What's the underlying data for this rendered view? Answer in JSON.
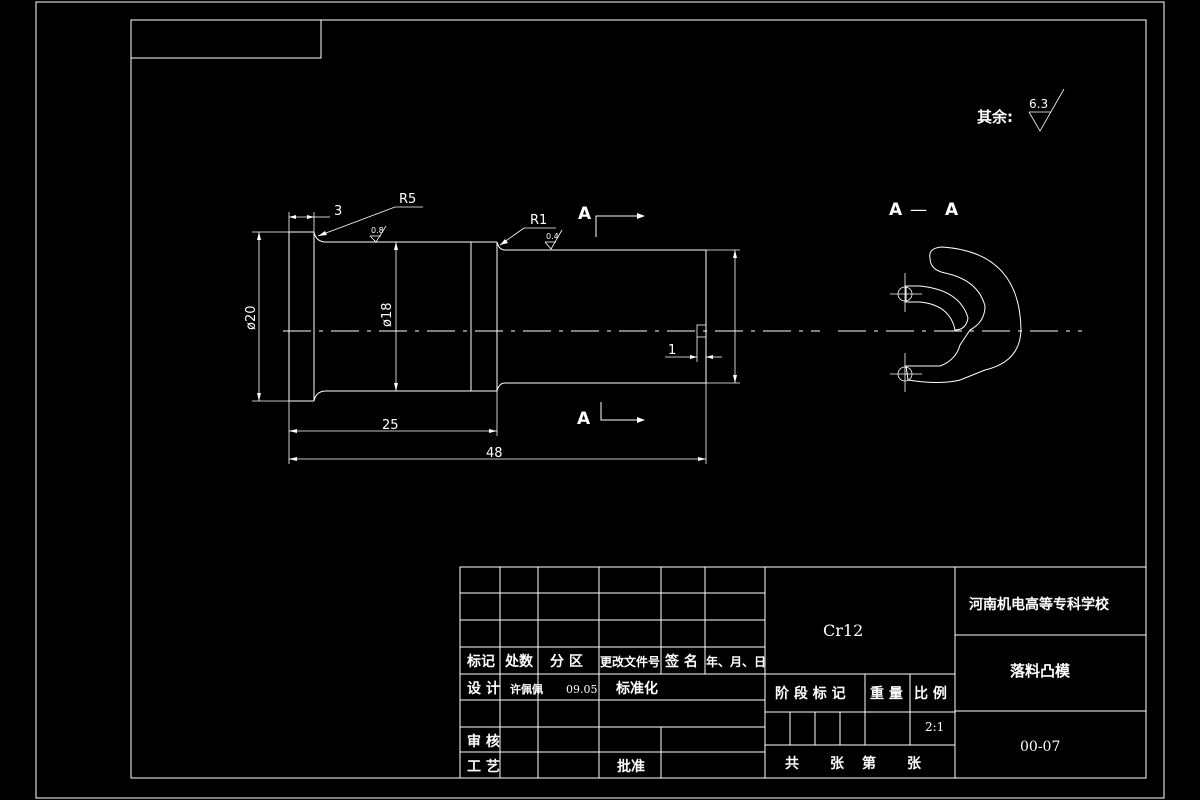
{
  "drawing": {
    "roughness_note": {
      "label": "其余:",
      "value": "6.3"
    },
    "dims": {
      "chamfer": "3",
      "r5": "R5",
      "r1": "R1",
      "finish_left": "0.8",
      "finish_right": "0.4",
      "d20": "ø20",
      "d18": "ø18",
      "offset": "1",
      "len25": "25",
      "len48": "48"
    },
    "section_mark": "A",
    "section_title": {
      "left": "A",
      "sep": "—",
      "right": "A"
    }
  },
  "title_block": {
    "header_labels": [
      "标记",
      "处数",
      "分 区",
      "更改文件号",
      "签 名",
      "年、月、日"
    ],
    "design_label": "设 计",
    "designer": "许佩佩",
    "design_date": "09.05",
    "standard_label": "标准化",
    "review_label": "审 核",
    "process_label": "工 艺",
    "approve_label": "批准",
    "material": "Cr12",
    "stage_label": "阶 段 标 记",
    "weight_label": "重 量",
    "scale_label": "比 例",
    "scale_value": "2:1",
    "sheet_total_label": "共",
    "sheet_unit_1": "张",
    "sheet_no_label": "第",
    "sheet_unit_2": "张",
    "school": "河南机电高等专科学校",
    "part_name": "落料凸模",
    "drawing_no": "00-07"
  }
}
